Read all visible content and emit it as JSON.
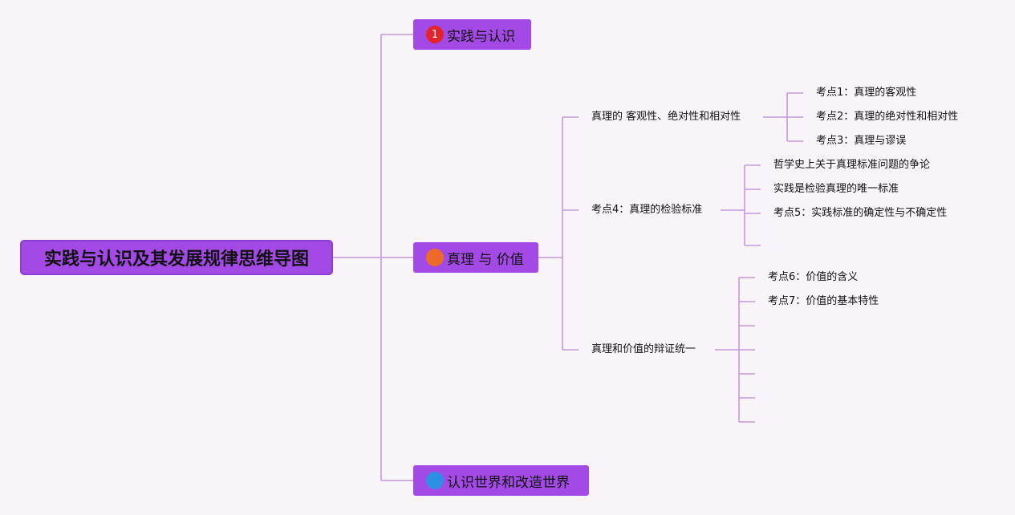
{
  "root": {
    "title": "实践与认识及其发展规律思维导图"
  },
  "branches": [
    {
      "label": "实践与认识",
      "badge": "1",
      "badge_color": "#e5232b"
    },
    {
      "label": "真理 与 价值",
      "badge": "",
      "badge_color": "#ec6a2a"
    },
    {
      "label": "认识世界和改造世界",
      "badge": "",
      "badge_color": "#2d8fe3"
    }
  ],
  "topics": [
    {
      "label": "真理的 客观性、绝对性和相对性"
    },
    {
      "label": "考点4：真理的检验标准"
    },
    {
      "label": "真理和价值的辩证统一"
    }
  ],
  "subtopics": {
    "t0": [
      "考点1：真理的客观性",
      "考点2：真理的绝对性和相对性",
      "考点3：真理与谬误"
    ],
    "t1": [
      "哲学史上关于真理标准问题的争论",
      "实践是检验真理的唯一标准",
      "考点5：实践标准的确定性与不确定性"
    ],
    "t2": [
      "考点6：价值的含义",
      "考点7：价值的基本特性"
    ]
  },
  "colors": {
    "accent": "#a349e6",
    "line": "#c49ad8",
    "background": "#f8f4fa"
  }
}
